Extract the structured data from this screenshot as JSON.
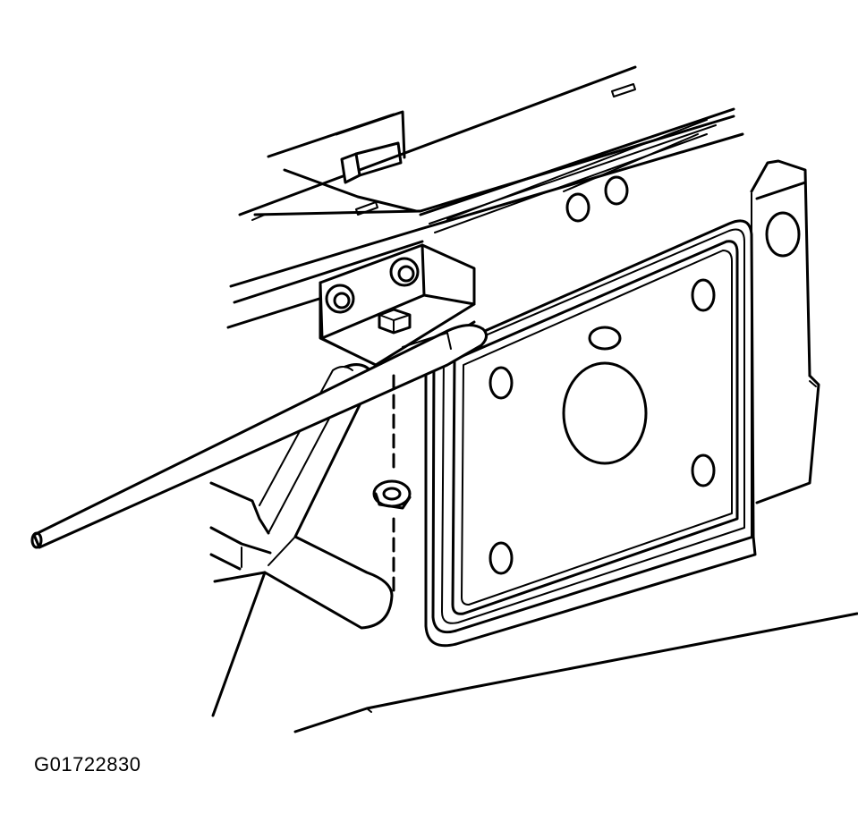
{
  "figure": {
    "id_label": "G01722830",
    "ink_color": "#000000",
    "background_color": "#ffffff",
    "parts": [
      "frame-rail",
      "crossmember",
      "mounting-plate",
      "bracket",
      "bolt",
      "nut",
      "rod",
      "lower-arm"
    ]
  }
}
